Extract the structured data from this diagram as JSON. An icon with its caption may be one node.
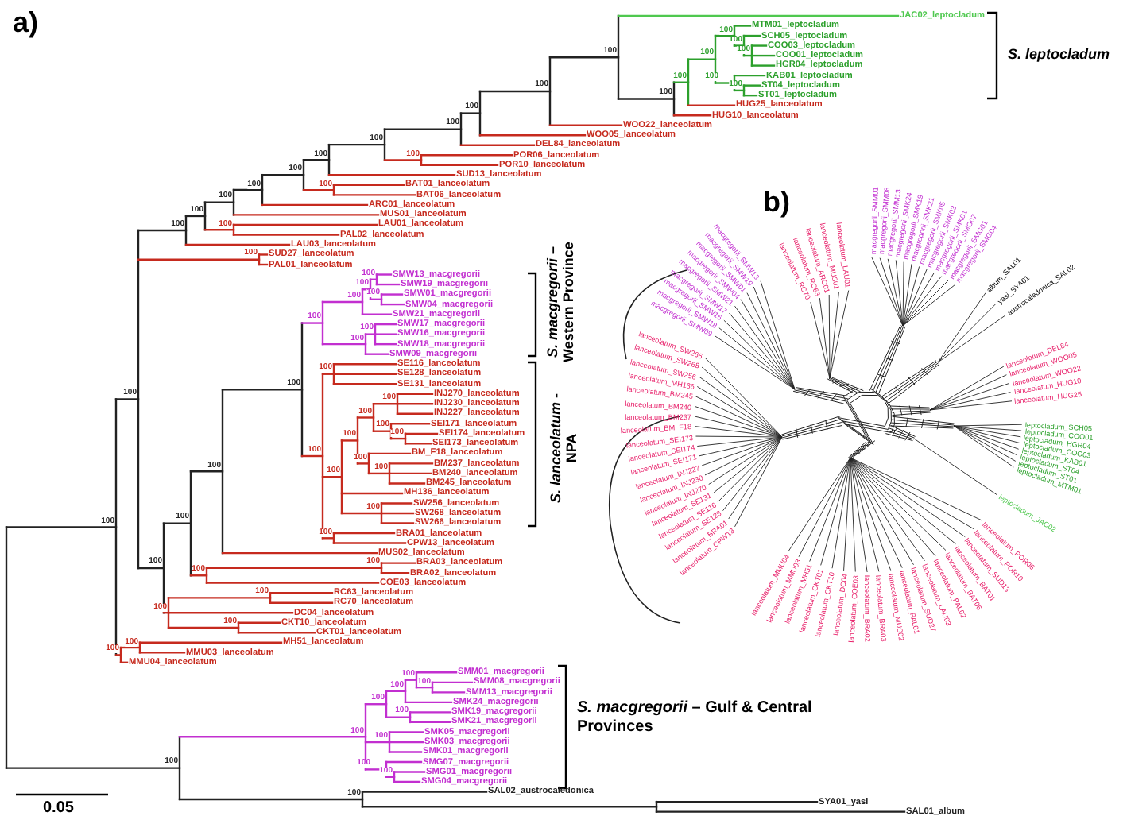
{
  "diagram": {
    "labels": [
      "a)",
      "JAC02_leptocladum",
      "MTM01_leptocladum",
      "SCH05_leptocladum",
      "COO03_leptocladum",
      "COO01_leptocladum",
      "HGR04_leptocladum",
      "KAB01_leptocladum",
      "ST04_leptocladum",
      "ST01_leptocladum",
      "HUG25_lanceolatum",
      "HUG10_lanceolatum",
      "WOO22_lanceolatum",
      "WOO05_lanceolatum",
      "DEL84_lanceolatum",
      "POR06_lanceolatum",
      "POR10_lanceolatum",
      "SUD13_lanceolatum",
      "BAT01_lanceolatum",
      "BAT06_lanceolatum",
      "ARC01_lanceolatum",
      "MUS01_lanceolatum",
      "LAU01_lanceolatum",
      "PAL02_lanceolatum",
      "LAU03_lanceolatum",
      "SUD27_lanceolatum",
      "PAL01_lanceolatum",
      "SMW13_macgregorii",
      "SMW19_macgregorii",
      "SMW01_macgregorii",
      "SMW04_macgregorii",
      "SMW21_macgregorii",
      "SMW17_macgregorii",
      "SMW16_macgregorii",
      "SMW18_macgregorii",
      "SMW09_macgregorii",
      "SE116_lanceolatum",
      "SE128_lanceolatum",
      "SE131_lanceolatum",
      "INJ270_lanceolatum",
      "INJ230_lanceolatum",
      "INJ227_lanceolatum",
      "SEI171_lanceolatum",
      "SEI174_lanceolatum",
      "SEI173_lanceolatum",
      "BM_F18_lanceolatum",
      "BM237_lanceolatum",
      "BM240_lanceolatum",
      "BM245_lanceolatum",
      "MH136_lanceolatum",
      "SW256_lanceolatum",
      "SW268_lanceolatum",
      "SW266_lanceolatum",
      "BRA01_lanceolatum",
      "CPW13_lanceolatum",
      "MUS02_lanceolatum",
      "BRA03_lanceolatum",
      "BRA02_lanceolatum",
      "COE03_lanceolatum",
      "RC63_lanceolatum",
      "RC70_lanceolatum",
      "DC04_lanceolatum",
      "CKT10_lanceolatum",
      "CKT01_lanceolatum",
      "MH51_lanceolatum",
      "MMU03_lanceolatum",
      "MMU04_lanceolatum",
      "SMM01_macgregorii",
      "SMM08_macgregorii",
      "SMM13_macgregorii",
      "SMK24_macgregorii",
      "SMK19_macgregorii",
      "SMK21_macgregorii",
      "SMK05_macgregorii",
      "SMK03_macgregorii",
      "SMK01_macgregorii",
      "SMG07_macgregorii",
      "SMG01_macgregorii",
      "SMG04_macgregorii",
      "SAL02_austrocaledonica",
      "SYA01_yasi",
      "SAL01_album",
      "100",
      "100",
      "100",
      "100",
      "100",
      "100",
      "100",
      "100",
      "100",
      "100",
      "100",
      "100",
      "100",
      "100",
      "100",
      "100",
      "100",
      "100",
      "100",
      "100",
      "100",
      "100",
      "100",
      "100",
      "100",
      "100",
      "100",
      "100",
      "100",
      "100",
      "100",
      "100",
      "100",
      "100",
      "100",
      "100",
      "100",
      "100",
      "100",
      "100",
      "100",
      "100",
      "100",
      "100",
      "100",
      "100",
      "100",
      "100",
      "100",
      "100",
      "100",
      "100",
      "100",
      "100",
      "100",
      "100",
      "100",
      "100",
      "100",
      "100",
      "100",
      "100",
      "100",
      "100",
      "100",
      "100",
      "S. leptocladum",
      "*S. macgregorii* – Western Province",
      "*S. lanceolatum* - NPA",
      "*S. macgregorii* – Gulf & Central Provinces",
      "0.05",
      "b)",
      "macgregorii_SMM01",
      "macgregorii_SMM08",
      "macgregorii_SMM13",
      "macgregorii_SMK24",
      "macgregorii_SMK19",
      "macgregorii_SMK21",
      "macgregorii_SMK05",
      "macgregorii_SMK03",
      "macgregorii_SMK01",
      "macgregorii_SMG07",
      "macgregorii_SMG01",
      "macgregorii_SMG04",
      "album_SAL01",
      "yasi_SYA01",
      "austrocaledonica_SAL02",
      "lanceolatum_DEL84",
      "lanceolatum_WOO05",
      "lanceolatum_WOO22",
      "lanceolatum_HUG10",
      "lanceolatum_HUG25",
      "leptocladum_SCH05",
      "leptocladum_COO01",
      "leptocladum_HGR04",
      "leptocladum_COO03",
      "leptocladum_KAB01",
      "leptocladum_ST04",
      "leptocladum_ST01",
      "leptocladum_MTM01",
      "leptocladum_JAC02",
      "lanceolatum_SW266",
      "lanceolatum_SW268",
      "lanceolatum_SW256",
      "lanceolatum_MH136",
      "lanceolatum_BM245",
      "lanceolatum_BM240",
      "lanceolatum_BM237",
      "lanceolatum_BM_F18",
      "lanceolatum_SEI173",
      "lanceolatum_SEI174",
      "lanceolatum_SEI171",
      "lanceolatum_INJ227",
      "lanceolatum_INJ230",
      "lanceolatum_INJ270",
      "lanceolatum_SE131",
      "lanceolatum_SE116",
      "lanceolatum_SE128",
      "lanceolatum_BRA01",
      "lanceolatum_CPW13",
      "lanceolatum_MMU04",
      "lanceolatum_MMU03",
      "lanceolatum_MH51",
      "lanceolatum_CKT01",
      "lanceolatum_CKT10",
      "lanceolatum_DC04",
      "lanceolatum_COE03",
      "lanceolatum_BRA02",
      "lanceolatum_BRA03",
      "lanceolatum_MUS02",
      "lanceolatum_PAL01",
      "lanceolatum_SUD27",
      "lanceolatum_LAU03",
      "lanceolatum_PAL02",
      "lanceolatum_BAT06",
      "lanceolatum_BAT01",
      "lanceolatum_SUD13",
      "lanceolatum_POR10",
      "lanceolatum_POR06",
      "macgregorii_SMW09",
      "macgregorii_SMW18",
      "macgregorii_SMW16",
      "macgregorii_SMW17",
      "macgregorii_SMW21",
      "macgregorii_SMW04",
      "macgregorii_SMW01",
      "macgregorii_SMW19",
      "macgregorii_SMW13",
      "lanceolatum_RC70",
      "lanceolatum_RC63",
      "lanceolatum_ARC01",
      "lanceolatum_MUS01",
      "lanceolatum_LAU01"
    ]
  }
}
